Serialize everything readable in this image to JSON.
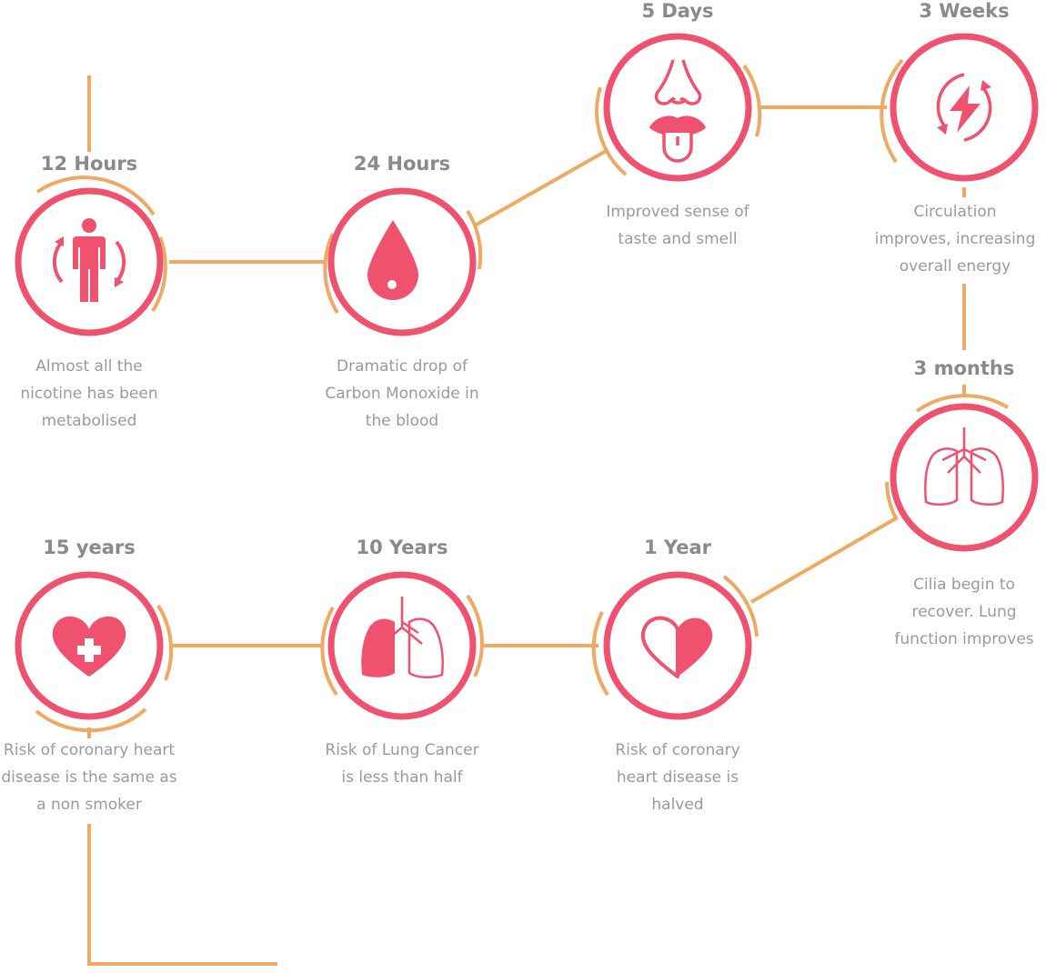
{
  "colors": {
    "accent": "#f0516f",
    "line": "#eeaa62",
    "title_text": "#8a8a8a",
    "desc_text": "#9a9a9a"
  },
  "milestones": [
    {
      "title": "12 Hours",
      "desc": [
        "Almost all the",
        "nicotine has been",
        "metabolised"
      ],
      "icon": "person-cycle-icon"
    },
    {
      "title": "24 Hours",
      "desc": [
        "Dramatic drop of",
        "Carbon Monoxide in",
        "the blood"
      ],
      "icon": "blood-drop-icon"
    },
    {
      "title": "5 Days",
      "desc": [
        "Improved sense of",
        "taste and smell"
      ],
      "icon": "nose-mouth-icon"
    },
    {
      "title": "3 Weeks",
      "desc": [
        "Circulation",
        "improves, increasing",
        "overall energy"
      ],
      "icon": "energy-cycle-icon"
    },
    {
      "title": "3 months",
      "desc": [
        "Cilia begin to",
        "recover. Lung",
        "function improves"
      ],
      "icon": "lungs-outline-icon"
    },
    {
      "title": "1 Year",
      "desc": [
        "Risk of coronary",
        "heart disease is",
        "halved"
      ],
      "icon": "half-heart-icon"
    },
    {
      "title": "10 Years",
      "desc": [
        "Risk of Lung Cancer",
        "is less than half"
      ],
      "icon": "lungs-half-icon"
    },
    {
      "title": "15 years",
      "desc": [
        "Risk of coronary heart",
        "disease is  the same as",
        "a non smoker"
      ],
      "icon": "heart-cross-icon"
    }
  ]
}
